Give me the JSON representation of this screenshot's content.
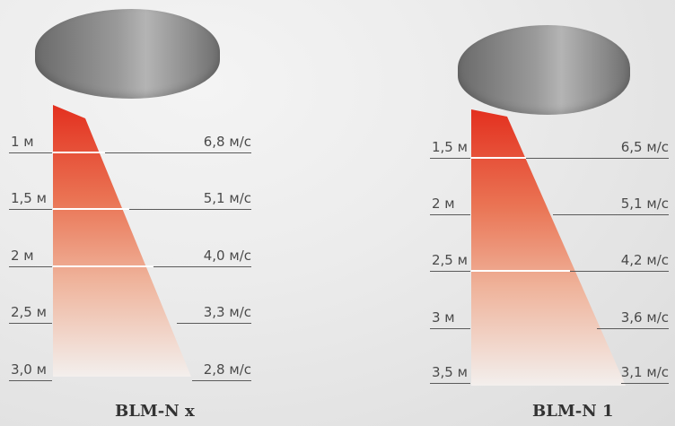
{
  "diagrams": [
    {
      "title": "BLM-N x",
      "rows": [
        {
          "distance": "1 м",
          "speed": "6,8 м/с"
        },
        {
          "distance": "1,5 м",
          "speed": "5,1 м/с"
        },
        {
          "distance": "2 м",
          "speed": "4,0 м/с"
        },
        {
          "distance": "2,5 м",
          "speed": "3,3 м/с"
        },
        {
          "distance": "3,0 м",
          "speed": "2,8 м/с"
        }
      ]
    },
    {
      "title": "BLM-N 1",
      "rows": [
        {
          "distance": "1,5 м",
          "speed": "6,5 м/с"
        },
        {
          "distance": "2 м",
          "speed": "5,1 м/с"
        },
        {
          "distance": "2,5 м",
          "speed": "4,2 м/с"
        },
        {
          "distance": "3 м",
          "speed": "3,6 м/с"
        },
        {
          "distance": "3,5 м",
          "speed": "3,1 м/с"
        }
      ]
    }
  ],
  "colors": {
    "beam_top": "#e53a2a",
    "beam_bottom": "#f4f1ef",
    "head": "#8e8e8e",
    "line": "#5a5a5a"
  }
}
